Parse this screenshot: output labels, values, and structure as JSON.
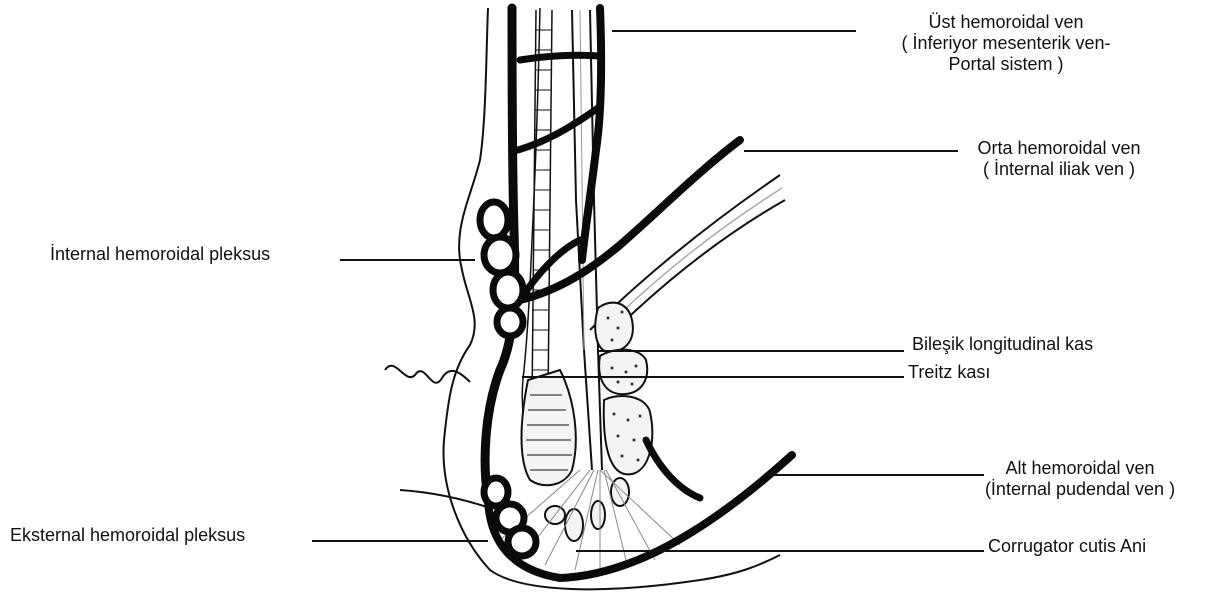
{
  "labels": {
    "ust": {
      "line1": "Üst hemoroidal ven",
      "line2": "( İnferiyor mesenterik ven-",
      "line3": "Portal sistem )"
    },
    "orta": {
      "line1": "Orta hemoroidal ven",
      "line2": "( İnternal iliak ven )"
    },
    "internal_plexus": "İnternal hemoroidal pleksus",
    "bilesik": "Bileşik longitudinal kas",
    "treitz": "Treitz kası",
    "alt": {
      "line1": "Alt hemoroidal ven",
      "line2": "(İnternal pudendal ven )"
    },
    "external_plexus": "Eksternal hemoroidal pleksus",
    "corrugator": "Corrugator cutis Ani"
  },
  "colors": {
    "ink": "#111111",
    "vein": "#0a0a0a",
    "muscle_fill": "#f4f4f4",
    "speckle": "#333333"
  }
}
